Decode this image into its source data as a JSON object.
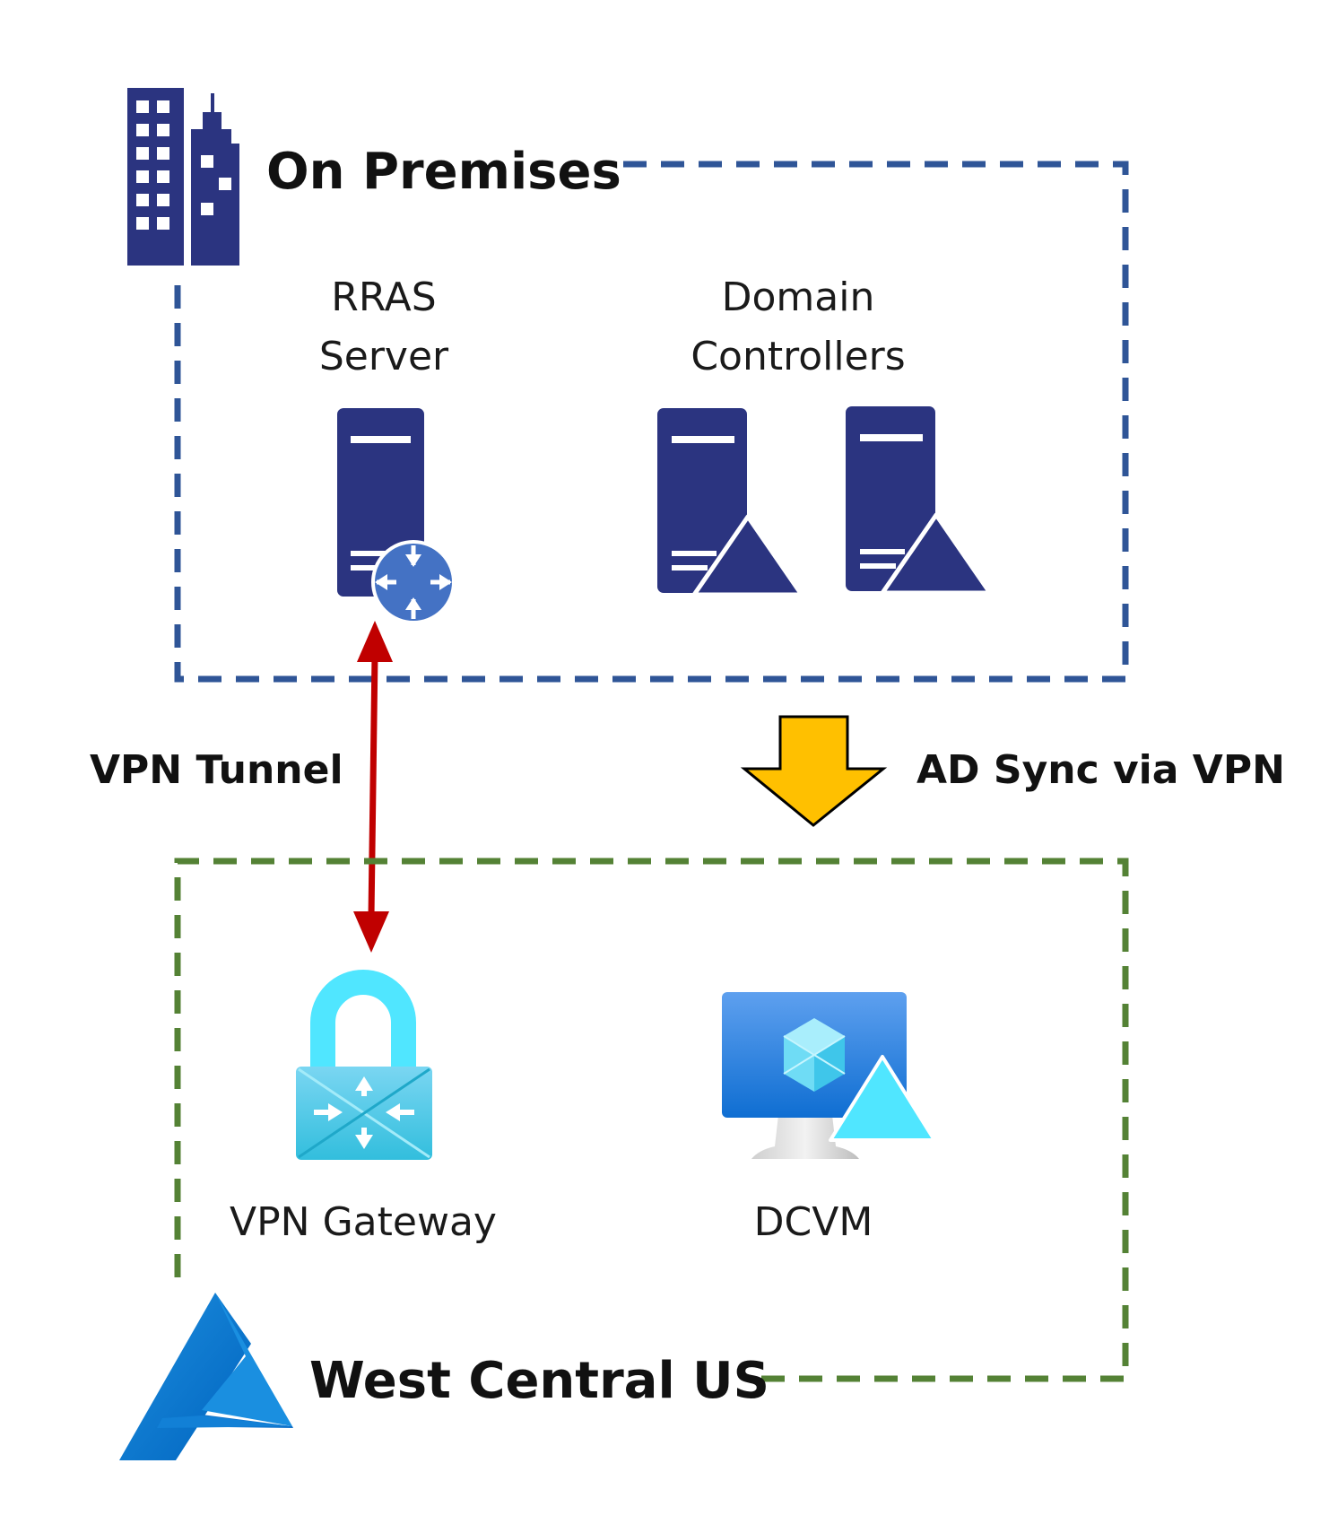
{
  "regions": {
    "on_premises": {
      "title": "On Premises",
      "border_color": "#2f5597"
    },
    "west_central_us": {
      "title": "West Central US",
      "border_color": "#548235"
    }
  },
  "nodes": {
    "rras_server": {
      "label_line1": "RRAS",
      "label_line2": "Server"
    },
    "domain_controllers": {
      "label_line1": "Domain",
      "label_line2": "Controllers"
    },
    "vpn_gateway": {
      "label": "VPN Gateway"
    },
    "dcvm": {
      "label": "DCVM"
    }
  },
  "edges": {
    "vpn_tunnel": {
      "label": "VPN Tunnel",
      "color": "#c00000"
    },
    "ad_sync": {
      "label": "AD Sync via VPN",
      "color": "#ffc000"
    }
  },
  "colors": {
    "server_navy": "#2b3480",
    "router_blue": "#4472c4",
    "azure_blue": "#0078d4",
    "lock_cyan": "#50e6ff"
  },
  "icons": [
    "building-icon",
    "server-router-icon",
    "domain-controller-icon",
    "vpn-gateway-lock-icon",
    "virtual-machine-icon",
    "azure-logo-icon"
  ]
}
